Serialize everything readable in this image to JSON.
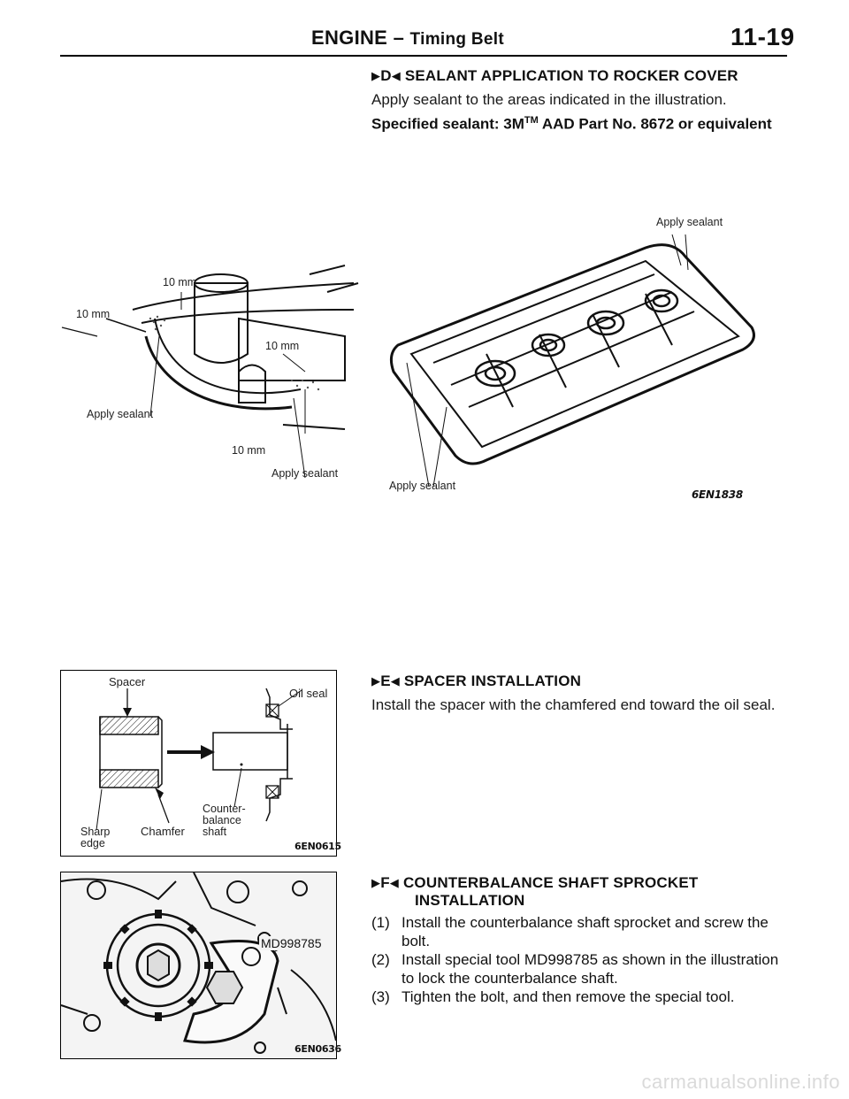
{
  "header": {
    "title_main": "ENGINE",
    "title_dash": "–",
    "title_sub": "Timing Belt",
    "page_number": "11-19"
  },
  "section_d": {
    "marker_letter": "D",
    "title": "SEALANT APPLICATION TO ROCKER COVER",
    "body": "Apply sealant to the areas indicated in the illustration.",
    "spec_prefix": "Specified sealant: 3M",
    "spec_sup": "TM",
    "spec_suffix": " AAD Part No. 8672 or equivalent"
  },
  "figure_d_left": {
    "labels": {
      "mm_top": "10 mm",
      "mm_left": "10 mm",
      "mm_right": "10 mm",
      "mm_bottom": "10 mm",
      "sealant_left": "Apply sealant",
      "sealant_bottom": "Apply sealant"
    }
  },
  "figure_d_right": {
    "labels": {
      "sealant_top": "Apply sealant",
      "sealant_bottom": "Apply sealant"
    },
    "code": "6EN1838"
  },
  "section_e": {
    "marker_letter": "E",
    "title": "SPACER INSTALLATION",
    "body": "Install the spacer with the chamfered end toward the oil seal."
  },
  "figure_e": {
    "labels": {
      "spacer": "Spacer",
      "oil_seal": "Oil seal",
      "sharp_edge_1": "Sharp",
      "sharp_edge_2": "edge",
      "chamfer": "Chamfer",
      "shaft_1": "Counter-",
      "shaft_2": "balance",
      "shaft_3": "shaft"
    },
    "code": "6EN0615"
  },
  "section_f": {
    "marker_letter": "F",
    "title_line1": "COUNTERBALANCE SHAFT SPROCKET",
    "title_line2": "INSTALLATION",
    "steps": [
      {
        "num": "(1)",
        "line1": "Install the counterbalance shaft sprocket and screw the",
        "line2": "bolt."
      },
      {
        "num": "(2)",
        "line1": "Install special tool MD998785 as shown in the illustration",
        "line2": "to lock the counterbalance shaft."
      },
      {
        "num": "(3)",
        "line1": "Tighten the bolt, and then remove the special tool.",
        "line2": ""
      }
    ]
  },
  "figure_f": {
    "tool_label": "MD998785",
    "code": "6EN0636"
  },
  "footer": {
    "watermark": "carmanualsonline.info"
  }
}
